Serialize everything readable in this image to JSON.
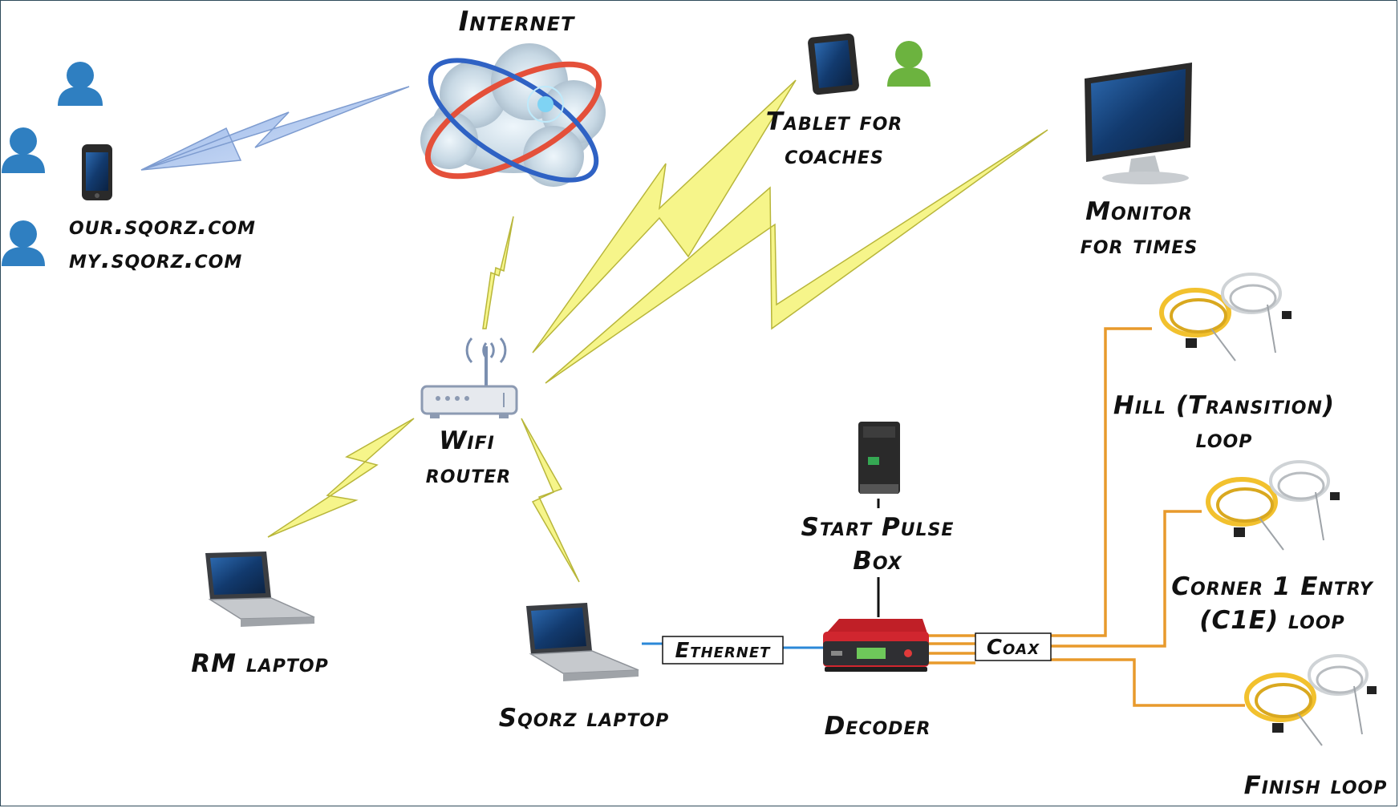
{
  "labels": {
    "internet": "Internet",
    "sites": [
      "our.sqorz.com",
      "my.sqorz.com"
    ],
    "tablet": [
      "Tablet for",
      "coaches"
    ],
    "monitor": [
      "Monitor",
      "for times"
    ],
    "router": [
      "Wifi",
      "router"
    ],
    "rm_laptop": "RM laptop",
    "sqorz_laptop": "Sqorz laptop",
    "start_pulse": [
      "Start Pulse",
      "Box"
    ],
    "decoder": "Decoder",
    "ethernet": "Ethernet",
    "coax": "Coax",
    "hill_loop": [
      "Hill (Transition)",
      "loop"
    ],
    "corner_loop": [
      "Corner 1 Entry",
      "(C1E) loop"
    ],
    "finish_loop": "Finish loop"
  },
  "colors": {
    "user_blue": "#2f7fc1",
    "user_green": "#6cb33f",
    "lightning_yellow": "#f6f58a",
    "lightning_blue": "#b9cff0",
    "coax_orange": "#e89a2c",
    "ethernet_blue": "#2b88d8",
    "decoder_red": "#d0262f",
    "loop_yellow": "#f2c12e"
  }
}
